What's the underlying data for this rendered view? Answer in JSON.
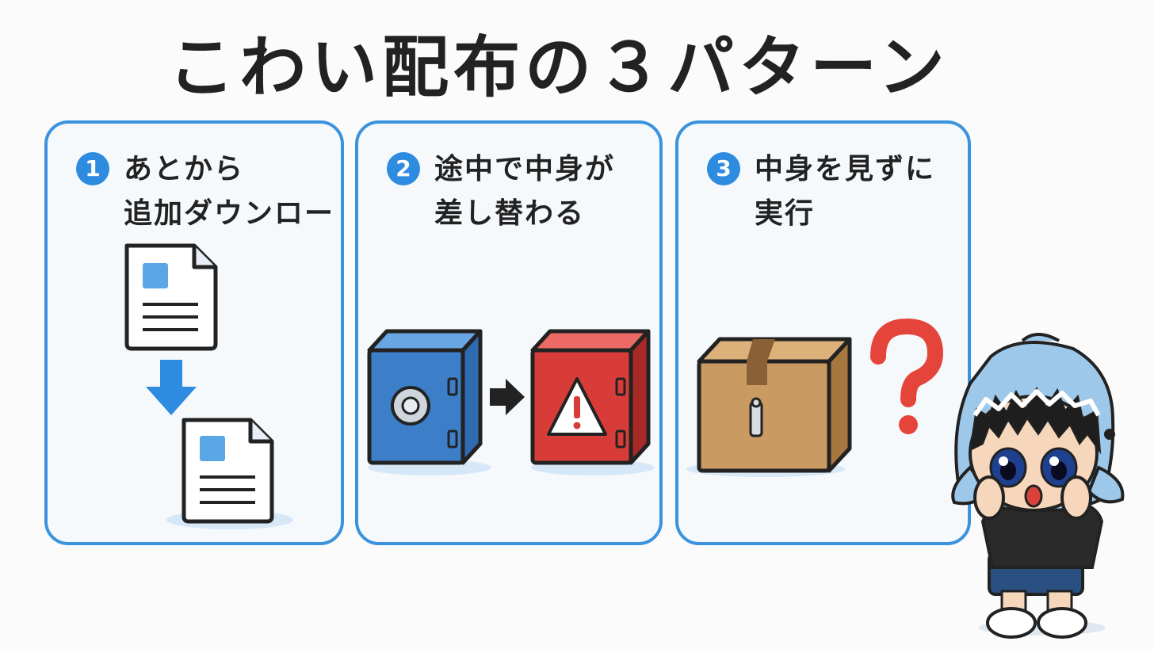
{
  "title": "こわい配布の３パターン",
  "panels": [
    {
      "number": "1",
      "lines": [
        "あとから",
        "追加ダウンロード"
      ]
    },
    {
      "number": "2",
      "lines": [
        "途中で中身が",
        "差し替わる"
      ]
    },
    {
      "number": "3",
      "lines": [
        "中身を見ずに",
        "実行"
      ]
    }
  ],
  "colors": {
    "accent": "#3b93de",
    "badge": "#2d8be0",
    "safe_blue": "#3d7ec9",
    "safe_red": "#d83c38",
    "box": "#c99a62",
    "question": "#e5443b"
  }
}
